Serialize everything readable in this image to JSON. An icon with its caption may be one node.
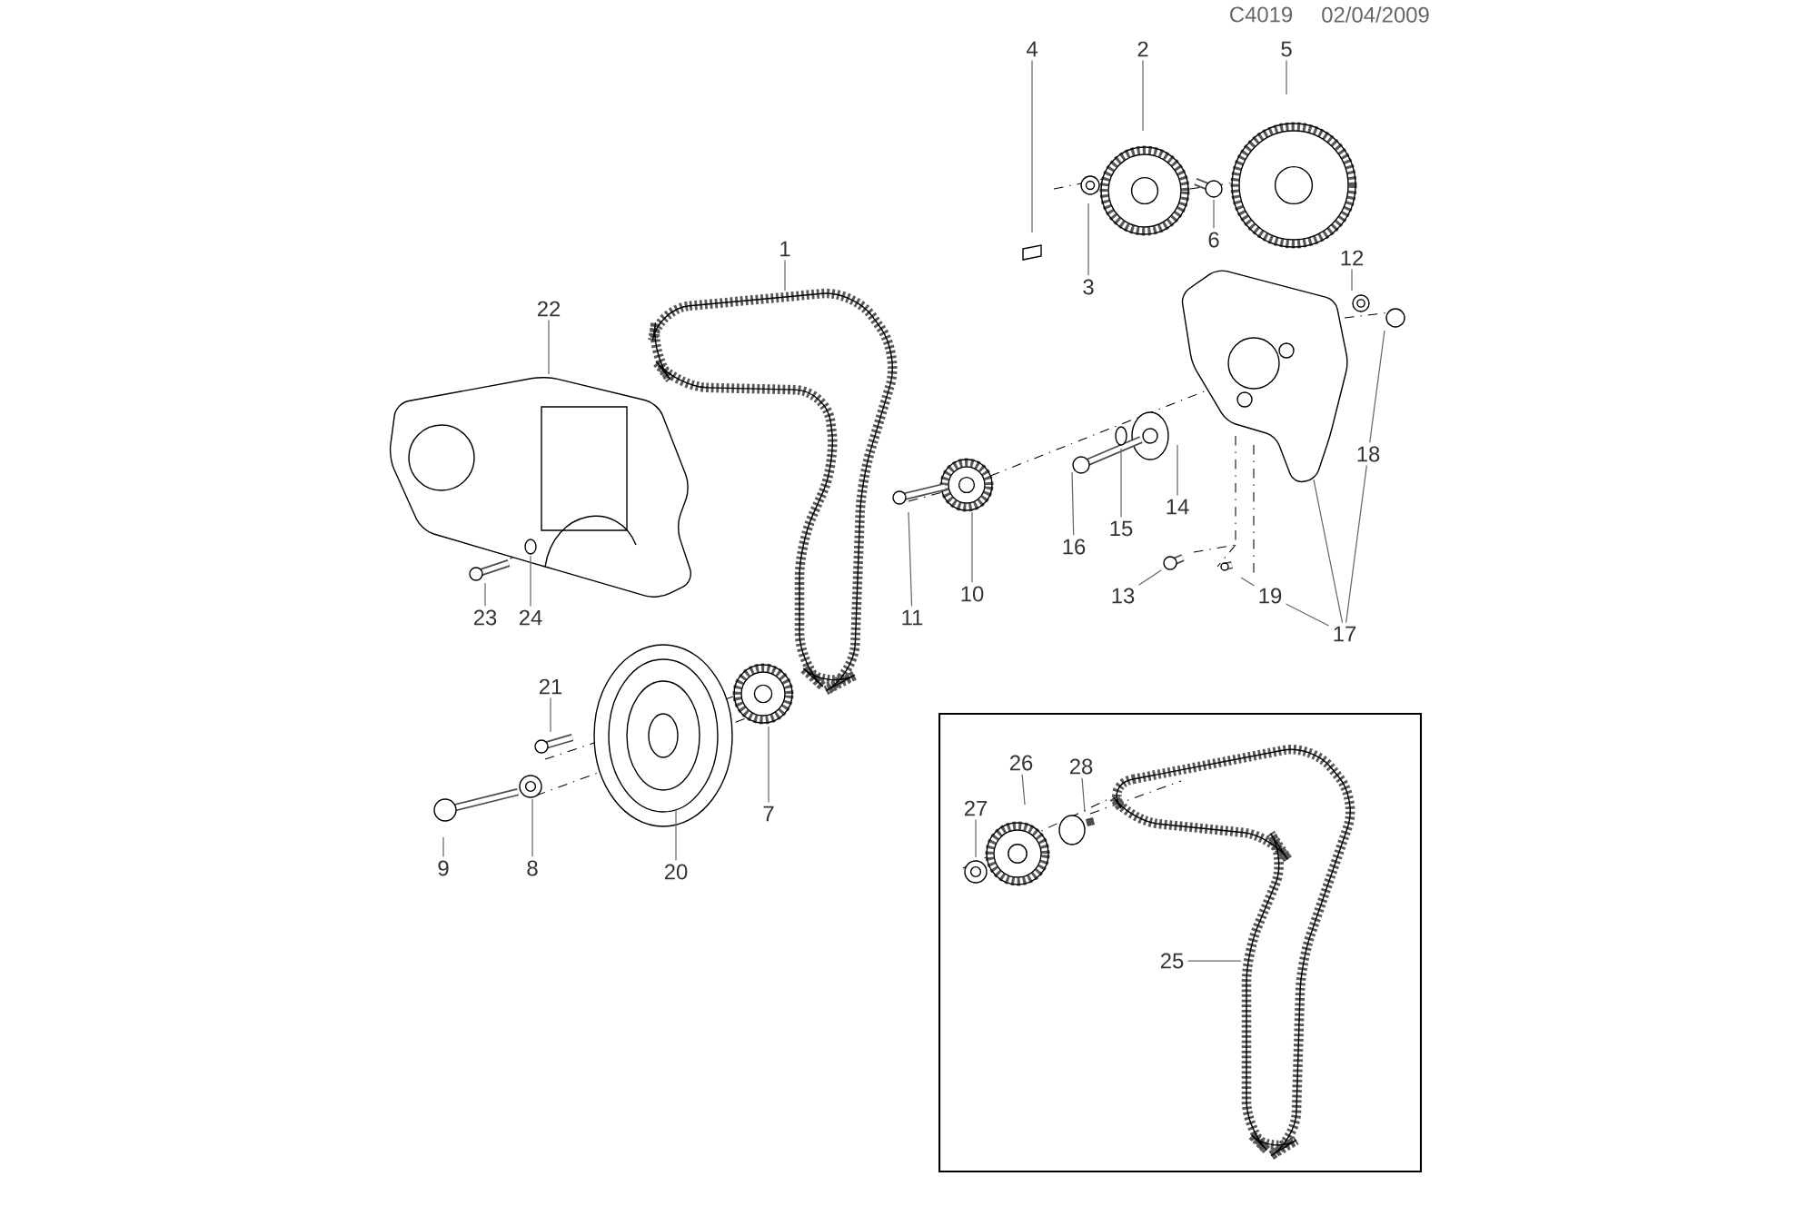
{
  "diagram": {
    "nodes": [
      {
        "text": [
          "4"
        ]
      },
      {
        "text": [
          "2"
        ]
      },
      {
        "text": [
          "5"
        ]
      },
      {
        "text": [
          "3"
        ]
      },
      {
        "text": [
          "6"
        ]
      },
      {
        "text": [
          "1"
        ]
      },
      {
        "text": [
          "12"
        ]
      },
      {
        "text": [
          "22"
        ]
      },
      {
        "text": [
          "18"
        ]
      },
      {
        "text": [
          "11"
        ]
      },
      {
        "text": [
          "10"
        ]
      },
      {
        "text": [
          "16"
        ]
      },
      {
        "text": [
          "15"
        ]
      },
      {
        "text": [
          "14"
        ]
      },
      {
        "text": [
          "13"
        ]
      },
      {
        "text": [
          "19"
        ]
      },
      {
        "text": [
          "17"
        ]
      },
      {
        "text": [
          "23"
        ]
      },
      {
        "text": [
          "24"
        ]
      },
      {
        "text": [
          "21"
        ]
      },
      {
        "text": [
          "7"
        ]
      },
      {
        "text": [
          "9"
        ]
      },
      {
        "text": [
          "8"
        ]
      },
      {
        "text": [
          "20"
        ]
      },
      {
        "text": [],
        "shape": "box"
      },
      {
        "text": [
          "26"
        ],
        "in": 24
      },
      {
        "text": [
          "28"
        ],
        "in": 24
      },
      {
        "text": [
          "27"
        ],
        "in": 24
      },
      {
        "text": [
          "25"
        ],
        "in": 24
      }
    ],
    "edges": [
      {
        "from": 0,
        "to": null,
        "arrow": "none"
      },
      {
        "from": 1,
        "to": null,
        "arrow": "none"
      },
      {
        "from": 2,
        "to": null,
        "arrow": "none"
      },
      {
        "from": 3,
        "to": null,
        "arrow": "none"
      },
      {
        "from": 4,
        "to": null,
        "arrow": "none"
      },
      {
        "from": 5,
        "to": null,
        "arrow": "none"
      },
      {
        "from": 6,
        "to": null,
        "arrow": "none"
      },
      {
        "from": 7,
        "to": null,
        "arrow": "none"
      },
      {
        "from": 8,
        "to": null,
        "arrow": "none"
      },
      {
        "from": 9,
        "to": null,
        "arrow": "none"
      },
      {
        "from": 10,
        "to": null,
        "arrow": "none"
      },
      {
        "from": 11,
        "to": null,
        "arrow": "none"
      },
      {
        "from": 12,
        "to": null,
        "arrow": "none"
      },
      {
        "from": 13,
        "to": null,
        "arrow": "none"
      },
      {
        "from": 14,
        "to": null,
        "arrow": "none"
      },
      {
        "from": 15,
        "to": null,
        "arrow": "none"
      },
      {
        "from": 16,
        "to": null,
        "arrow": "none"
      },
      {
        "from": 16,
        "to": 8,
        "arrow": "none"
      },
      {
        "from": 16,
        "to": 15,
        "arrow": "none"
      },
      {
        "from": 17,
        "to": null,
        "arrow": "none"
      },
      {
        "from": 18,
        "to": null,
        "arrow": "none"
      },
      {
        "from": 19,
        "to": null,
        "arrow": "none"
      },
      {
        "from": 20,
        "to": null,
        "arrow": "none"
      },
      {
        "from": 21,
        "to": null,
        "arrow": "none"
      },
      {
        "from": 22,
        "to": null,
        "arrow": "none"
      },
      {
        "from": 23,
        "to": null,
        "arrow": "none"
      },
      {
        "from": 25,
        "to": null,
        "arrow": "none"
      },
      {
        "from": 26,
        "to": null,
        "arrow": "none"
      },
      {
        "from": 27,
        "to": null,
        "arrow": "none"
      },
      {
        "from": 28,
        "to": null,
        "arrow": "none"
      }
    ],
    "labels": [
      "C4019",
      "02/04/2009"
    ]
  }
}
